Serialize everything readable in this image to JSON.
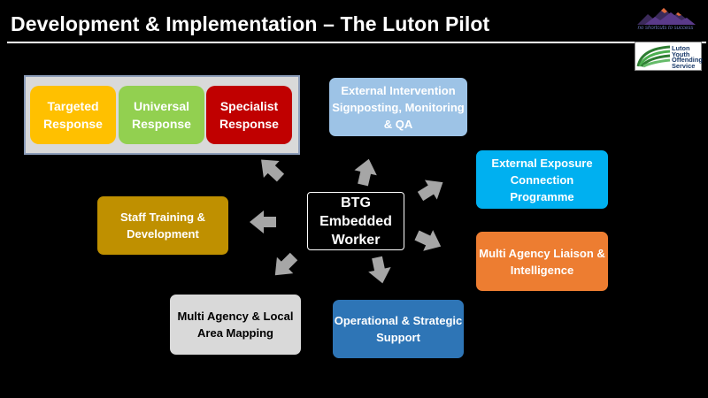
{
  "slide": {
    "title": "Development & Implementation – The Luton Pilot",
    "tagline": "no shortcuts to success",
    "partner_logo_lines": [
      "Luton",
      "Youth",
      "Offending",
      "Service"
    ]
  },
  "diagram": {
    "center": {
      "label": "BTG Embedded Worker"
    },
    "responses": [
      {
        "label": "Targeted Response",
        "color": "#ffc000"
      },
      {
        "label": "Universal Response",
        "color": "#92d050"
      },
      {
        "label": "Specialist Response",
        "color": "#c00000"
      }
    ],
    "nodes": {
      "external_intervention": {
        "label": "External Intervention Signposting, Monitoring & QA",
        "color": "#9dc3e6"
      },
      "external_exposure": {
        "label": "External Exposure Connection Programme",
        "color": "#00b0f0"
      },
      "multi_agency_liaison": {
        "label": "Multi Agency Liaison & Intelligence",
        "color": "#ed7d31"
      },
      "operational_support": {
        "label": "Operational & Strategic Support",
        "color": "#2e75b6"
      },
      "multi_agency_mapping": {
        "label": "Multi Agency & Local Area Mapping",
        "color": "#d9d9d9"
      },
      "staff_training": {
        "label": "Staff Training & Development",
        "color": "#bf9000"
      }
    },
    "arrow_color": "#a6a6a6"
  }
}
